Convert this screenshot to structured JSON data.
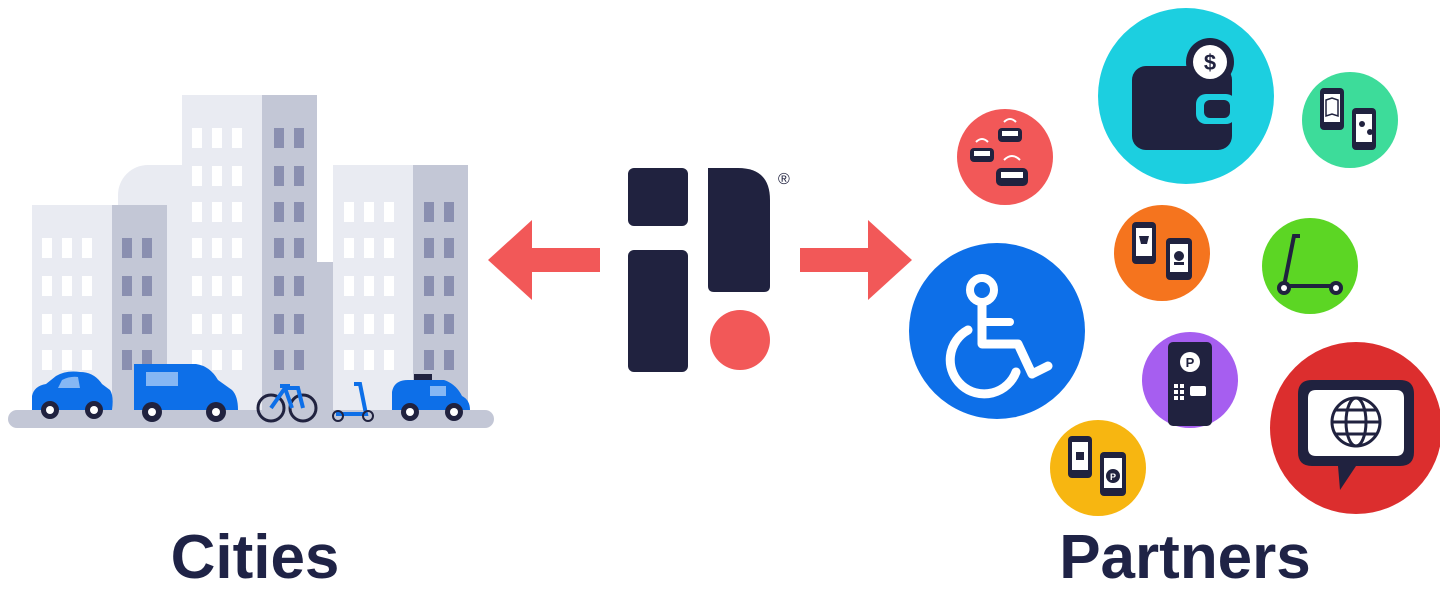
{
  "captions": {
    "cities": "Cities",
    "partners": "Partners"
  },
  "logo": {
    "registered_mark": "®"
  },
  "colors": {
    "navy": "#20223f",
    "coral": "#f25858",
    "blue": "#0d6fe8",
    "building_light": "#e9ebf2",
    "building_mid": "#c3c7d6",
    "window_dark": "#8a8fb0",
    "road": "#c3c7d6",
    "partner_cyan": "#1ccfe0",
    "partner_red": "#f25858",
    "partner_green": "#3ddc9a",
    "partner_orange": "#f5741e",
    "partner_lime": "#5cd624",
    "partner_blue": "#0d6fe8",
    "partner_purple": "#a65ef0",
    "partner_yellow": "#f7b611",
    "partner_crimson": "#dc2e2e"
  },
  "arrows": [
    {
      "direction": "left",
      "target": "cities"
    },
    {
      "direction": "right",
      "target": "partners"
    }
  ],
  "partner_icons": [
    "wallet-payment-icon",
    "connected-cars-icon",
    "map-phones-icon",
    "shopping-phones-icon",
    "scooter-icon",
    "wheelchair-accessibility-icon",
    "parking-meter-icon",
    "parking-apps-icon",
    "globe-speech-bubble-icon"
  ],
  "city_vehicles": [
    "car-icon",
    "delivery-van-icon",
    "bicycle-icon",
    "kick-scooter-icon",
    "taxi-icon"
  ]
}
